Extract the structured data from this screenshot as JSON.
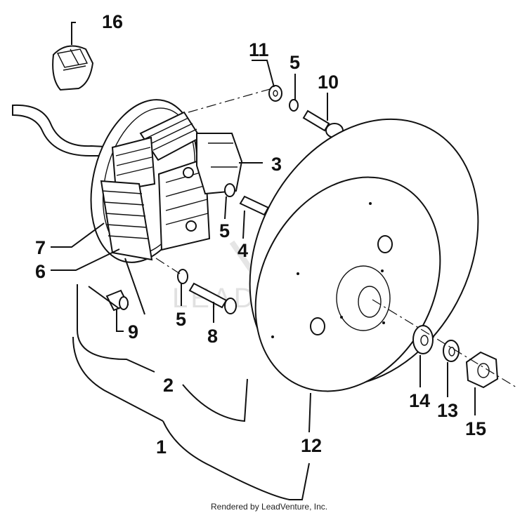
{
  "callouts": {
    "c1": "1",
    "c2": "2",
    "c3": "3",
    "c4": "4",
    "c5a": "5",
    "c5b": "5",
    "c5c": "5",
    "c6": "6",
    "c7": "7",
    "c8": "8",
    "c9": "9",
    "c10": "10",
    "c11": "11",
    "c12": "12",
    "c13": "13",
    "c14": "14",
    "c15": "15",
    "c16": "16"
  },
  "watermark": "LEADVENTURE",
  "footer": "Rendered by LeadVenture, Inc.",
  "colors": {
    "ink": "#111111",
    "background": "#ffffff",
    "watermark": "#c9c9c9"
  }
}
